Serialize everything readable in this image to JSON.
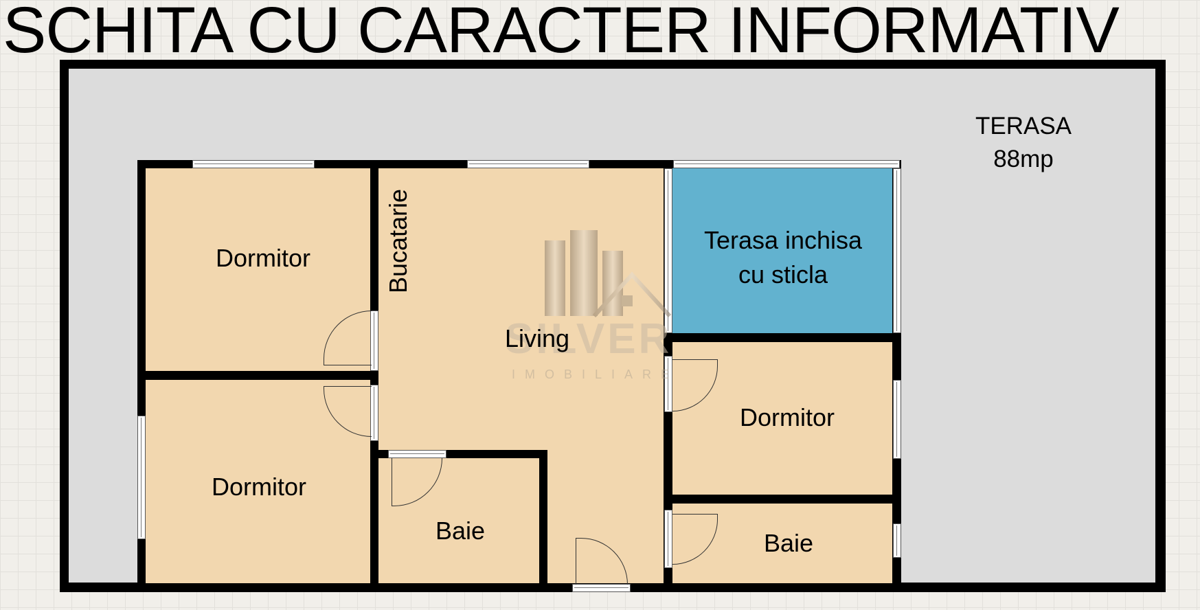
{
  "title": "SCHITA CU CARACTER INFORMATIV",
  "terrace": {
    "name": "TERASA",
    "area": "88mp"
  },
  "rooms": [
    {
      "id": "dormitor-1",
      "label": "Dormitor"
    },
    {
      "id": "dormitor-2",
      "label": "Dormitor"
    },
    {
      "id": "bucatarie",
      "label": "Bucatarie"
    },
    {
      "id": "living",
      "label": "Living"
    },
    {
      "id": "baie-1",
      "label": "Baie"
    },
    {
      "id": "terasa-inchisa",
      "label_line1": "Terasa inchisa",
      "label_line2": "cu sticla"
    },
    {
      "id": "dormitor-3",
      "label": "Dormitor"
    },
    {
      "id": "baie-2",
      "label": "Baie"
    }
  ],
  "watermark": {
    "brand": "SILVER",
    "subtitle": "IMOBILIARE"
  },
  "colors": {
    "wall": "#000000",
    "floor": "#f2d7af",
    "terrace": "#dcdcdc",
    "glass_terrace": "#62b2cf",
    "background": "#f1efea"
  }
}
